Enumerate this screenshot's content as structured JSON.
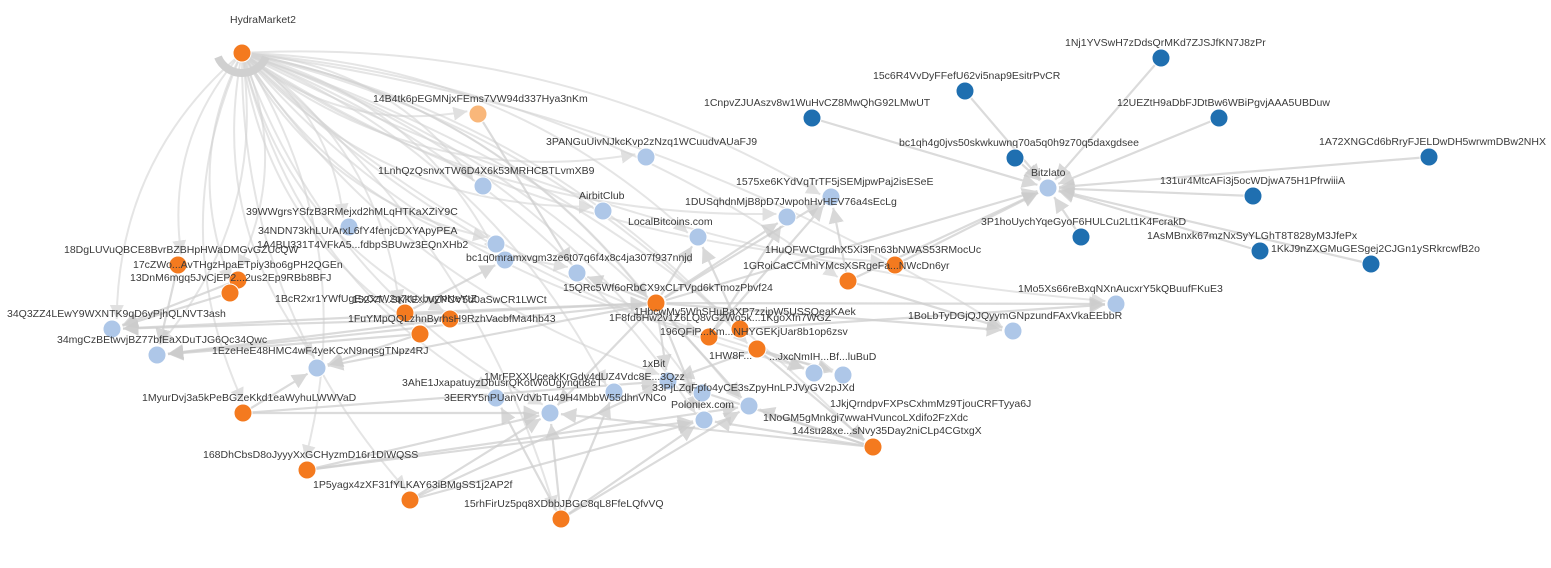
{
  "colors": {
    "orange": "#f47a1f",
    "light_orange": "#f9b77a",
    "light_blue": "#aec7e8",
    "dark_blue": "#1f6fb0",
    "edge": "#cfcfcf",
    "label": "#3a3a3a"
  },
  "nodes": [
    {
      "id": "HydraMarket2",
      "label": "HydraMarket2",
      "color": "orange"
    },
    {
      "id": "14B4tk6pEGMNjxFEms7VW94d337Hya3nKm",
      "label": "14B4tk6pEGMNjxFEms7VW94d337Hya3nKm",
      "color": "light_orange"
    },
    {
      "id": "3PANGuUivNJkcKvp2zNzq1WCuudvAUaFJ9",
      "label": "3PANGuUivNJkcKvp2zNzq1WCuudvAUaFJ9",
      "color": "light_blue"
    },
    {
      "id": "1LnhQzQsnvxTW6D4X6k53MRHCBTLvmXB9",
      "label": "1LnhQzQsnvxTW6D4X6k53MRHCBTLvmXB9",
      "color": "light_blue"
    },
    {
      "id": "AirbitClub",
      "label": "AirbitClub",
      "color": "light_blue"
    },
    {
      "id": "39WWgrsYSfzB3RMejxd2hMLqHTKaXZiY9C",
      "label": "39WWgrsYSfzB3RMejxd2hMLqHTKaXZiY9C",
      "color": "light_blue"
    },
    {
      "id": "34NDN73khLUrArxL6fY4fenjcDXYApyPEA",
      "label": "34NDN73khLUrArxL6fY4fenjcDXYApyPEA",
      "color": "light_blue"
    },
    {
      "id": "1A4BU331T4VFkA5fdbpSBUwz3EQnXHb2",
      "label": "1A4BU331T4VFkA5...fdbpSBUwz3EQnXHb2",
      "color": "light_blue"
    },
    {
      "id": "bc1q0mramxvgm3ze6t07q6f4x8c4ja307f937nnjd",
      "label": "bc1q0mramxvgm3ze6t07q6f4x8c4ja307f937nnjd",
      "color": "light_blue"
    },
    {
      "id": "LocalBitcoins.com",
      "label": "LocalBitcoins.com",
      "color": "light_blue"
    },
    {
      "id": "1DUSqhdnMjB8pD7JwpohHvHEV76a4sEcLg",
      "label": "1DUSqhdnMjB8pD7JwpohHvHEV76a4sEcLg",
      "color": "light_blue"
    },
    {
      "id": "1575xe6KYdVqTrTF5jSEMjpwPaj2isESeE",
      "label": "1575xe6KYdVqTrTF5jSEMjpwPaj2isESeE",
      "color": "light_blue"
    },
    {
      "id": "18DgLUVuQBCE8BvrBZBHpHWaDMGvGZUcQW",
      "label": "18DgLUVuQBCE8BvrBZBHpHWaDMGvGZUcQW",
      "color": "orange"
    },
    {
      "id": "17cZWo",
      "label": "17cZWo...AvTHgzHpaETpiy3bo6gPH2QGEn",
      "color": "orange"
    },
    {
      "id": "13DnM6mgq5",
      "label": "13DnM6mgq5JvCjEP2...2us2Ep9RBb8BFJ",
      "color": "orange"
    },
    {
      "id": "15QRc5Wf6oRbCX9xCLTVpd6kTmozPbvf24",
      "label": "15QRc5Wf6oRbCX9xCLTVpd6kTmozPbvf24",
      "color": "light_blue"
    },
    {
      "id": "1HuQFWCtgrdhX5Xi3Fn63bNWAS53RMocUc",
      "label": "1HuQFWCtgrdhX5Xi3Fn63bNWAS53RMocUc",
      "color": "orange"
    },
    {
      "id": "1GRoiCaCCMhiYMcsXSRgeFa...NWcDn6yr",
      "label": "1GRoiCaCCMhiYMcsXSRgeFa...NWcDn6yr",
      "color": "orange"
    },
    {
      "id": "1Mo5Xs66reBxqNXnAucxrY5kQBuufFKuE3",
      "label": "1Mo5Xs66reBxqNXnAucxrY5kQBuufFKuE3",
      "color": "light_blue"
    },
    {
      "id": "1BoLbTyDGjQJQyymGNpzundFAxVkaEEbbR",
      "label": "1BoLbTyDGjQJQyymGNpzundFAxVkaEEbbR",
      "color": "light_blue"
    },
    {
      "id": "34Q3ZZ4LEwY9WXNTK9qD6yPjhQLNVT3ash",
      "label": "34Q3ZZ4LEwY9WXNTK9qD6yPjhQLNVT3ash",
      "color": "light_blue"
    },
    {
      "id": "34mgCzBEtwvjBZ77bfEaXDuTJG6Qc34Qwc",
      "label": "34mgCzBEtwvjBZ77bfEaXDuTJG6Qc34Qwc",
      "color": "light_blue"
    },
    {
      "id": "1BcR2xr1YWfUgExCzW2q7tUxbuyNNeYtZ",
      "label": "1BcR2xr1YWfUgExCzW2q7tUxbuyNNeYtZ",
      "color": "orange"
    },
    {
      "id": "152XT",
      "label": "152XT...SKKE...VZPCV5d0aSwCR1LWCt",
      "color": "orange"
    },
    {
      "id": "1FuYMpQQLzhnByrhsH9RzhVacbfMa4hb43",
      "label": "1FuYMpQQLzhnByrhsH9RzhVacbfMa4hb43",
      "color": "orange"
    },
    {
      "id": "1F8fd6Hw2v1Z6LQ8vG2Wo5k",
      "label": "1F8fd6Hw2v1Z6LQ8vG2Wo5k...1KgoXfn7WGZ",
      "color": "orange"
    },
    {
      "id": "1HbcwMy5Wh",
      "label": "1HbcwMy5WhSHuBaXP7zzipW5USSQeaKAek",
      "color": "orange"
    },
    {
      "id": "196QFiP",
      "label": "196QFiP...Km...NHYGEKjUar8b1op6zsv",
      "color": "orange"
    },
    {
      "id": "1EzeHeE48HMC4wF4yeKCxN9nqsgTNpz4RJ",
      "label": "1EzeHeE48HMC4wF4yeKCxN9nqsgTNpz4RJ",
      "color": "light_blue"
    },
    {
      "id": "1HW8F",
      "label": "1HW8F...",
      "color": "orange"
    },
    {
      "id": "1xBit",
      "label": "1xBit",
      "color": "light_blue"
    },
    {
      "id": "1MrFPXXUceakKrGdy4dUZ4Vdc8E...3Qzz",
      "label": "1MrFPXXUceakKrGdy4dUZ4Vdc8E...3Qzz",
      "color": "light_blue"
    },
    {
      "id": "3AhE1JxapatuyzDbusrQKotWoUgynqu8eT",
      "label": "3AhE1JxapatuyzDbusrQKotWoUgynqu8eT",
      "color": "light_blue"
    },
    {
      "id": "33PjLZqFpfo4yCE3sZpyHnLPJVyGV2pJXd",
      "label": "33PjLZqFpfo4yCE3sZpyHnLPJVyGV2pJXd",
      "color": "light_blue"
    },
    {
      "id": "3EERY5nPUanVdVbTu49H4MbbW55dhnVNCo",
      "label": "3EERY5nPUanVdVbTu49H4MbbW55dhnVNCo",
      "color": "light_blue"
    },
    {
      "id": "Poloniex.com",
      "label": "Poloniex.com",
      "color": "light_blue"
    },
    {
      "id": "1MyurDvj3a5kPeBGZeKkd1eaWyhuLWWVaD",
      "label": "1MyurDvj3a5kPeBGZeKkd1eaWyhuLWWVaD",
      "color": "orange"
    },
    {
      "id": "1NoGM5gMnkgi7wwaHVuncoLXdifo2FzXdc",
      "label": "1NoGM5gMnkgi7wwaHVuncoLXdifo2FzXdc",
      "color": "light_blue"
    },
    {
      "id": "1JkjQrndpvFXPsCxhmMz9TjouCRFTyya6J",
      "label": "1JkjQrndpvFXPsCxhmMz9TjouCRFTyya6J",
      "color": "light_blue"
    },
    {
      "id": "144su28xe...sNvy35Day2niCLp4CGtxgX",
      "label": "144su28xe...sNvy35Day2niCLp4CGtxgX",
      "color": "orange"
    },
    {
      "id": "1JxcNmIH...Bf...luBuD",
      "label": "...JxcNmIH...Bf...luBuD",
      "color": "light_blue"
    },
    {
      "id": "168DhCbsD8oJyyyXxGCHyzmD16r1DiWQSS",
      "label": "168DhCbsD8oJyyyXxGCHyzmD16r1DiWQSS",
      "color": "orange"
    },
    {
      "id": "1P5yagx4zXF31fYLKAY63iBMgSS1j2AP2f",
      "label": "1P5yagx4zXF31fYLKAY63iBMgSS1j2AP2f",
      "color": "orange"
    },
    {
      "id": "15rhFirUz5pq8XDbbJBGC8qL8FfeLQfvVQ",
      "label": "15rhFirUz5pq8XDbbJBGC8qL8FfeLQfvVQ",
      "color": "orange"
    },
    {
      "id": "Bitzlato",
      "label": "Bitzlato",
      "color": "light_blue"
    },
    {
      "id": "1Nj1YVSwH7zDdsQrMKd7ZJSJfKN7J8zPr",
      "label": "1Nj1YVSwH7zDdsQrMKd7ZJSJfKN7J8zPr",
      "color": "dark_blue"
    },
    {
      "id": "15c6R4VvDyFFefU62vi5nap9EsitrPvCR",
      "label": "15c6R4VvDyFFefU62vi5nap9EsitrPvCR",
      "color": "dark_blue"
    },
    {
      "id": "1CnpvZJUAszv8w1WuHvCZ8MwQhG92LMwUT",
      "label": "1CnpvZJUAszv8w1WuHvCZ8MwQhG92LMwUT",
      "color": "dark_blue"
    },
    {
      "id": "12UEZtH9aDbFJDtBw6WBiPgvjAAA5UBDuw",
      "label": "12UEZtH9aDbFJDtBw6WBiPgvjAAA5UBDuw",
      "color": "dark_blue"
    },
    {
      "id": "bc1qh4g0jvs50skwkuwnq70a5q0h9z70q5daxgdsee",
      "label": "bc1qh4g0jvs50skwkuwnq70a5q0h9z70q5daxgdsee",
      "color": "dark_blue"
    },
    {
      "id": "1A72XNGCd6bRryFJELDwDH5wrwmDBw2NHX",
      "label": "1A72XNGCd6bRryFJELDwDH5wrwmDBw2NHX",
      "color": "dark_blue"
    },
    {
      "id": "131ur4MtcAFi3j5ocWDjwA75H1PfrwiiiA",
      "label": "131ur4MtcAFi3j5ocWDjwA75H1PfrwiiiA",
      "color": "dark_blue"
    },
    {
      "id": "3P1hoUychYqeGyoF6HULCu2Lt1K4FcrakD",
      "label": "3P1hoUychYqeGyoF6HULCu2Lt1K4FcrakD",
      "color": "dark_blue"
    },
    {
      "id": "1AsMBnxk67mzNxSyYLGhT8T828yM3JfePx",
      "label": "1AsMBnxk67mzNxSyYLGhT8T828yM3JfePx",
      "color": "dark_blue"
    },
    {
      "id": "1KkJ9nZXGMuGESgej2CJGn1ySRkrcwfB2o",
      "label": "1KkJ9nZXGMuGESgej2CJGn1ySRkrcwfB2o",
      "color": "dark_blue"
    }
  ],
  "edges": [
    [
      "HydraMarket2",
      "3PANGuUivNJkcKvp2zNzq1WCuudvAUaFJ9"
    ],
    [
      "HydraMarket2",
      "1LnhQzQsnvxTW6D4X6k53MRHCBTLvmXB9"
    ],
    [
      "HydraMarket2",
      "AirbitClub"
    ],
    [
      "HydraMarket2",
      "39WWgrsYSfzB3RMejxd2hMLqHTKaXZiY9C"
    ],
    [
      "HydraMarket2",
      "34NDN73khLUrArxL6fY4fenjcDXYApyPEA"
    ],
    [
      "HydraMarket2",
      "1A4BU331T4VFkA5fdbpSBUwz3EQnXHb2"
    ],
    [
      "HydraMarket2",
      "bc1q0mramxvgm3ze6t07q6f4x8c4ja307f937nnjd"
    ],
    [
      "HydraMarket2",
      "LocalBitcoins.com"
    ],
    [
      "HydraMarket2",
      "1DUSqhdnMjB8pD7JwpohHvHEV76a4sEcLg"
    ],
    [
      "HydraMarket2",
      "1575xe6KYdVqTrTF5jSEMjpwPaj2isESeE"
    ],
    [
      "HydraMarket2",
      "18DgLUVuQBCE8BvrBZBHpHWaDMGvGZUcQW"
    ],
    [
      "HydraMarket2",
      "17cZWo"
    ],
    [
      "HydraMarket2",
      "13DnM6mgq5"
    ],
    [
      "HydraMarket2",
      "15QRc5Wf6oRbCX9xCLTVpd6kTmozPbvf24"
    ],
    [
      "HydraMarket2",
      "1HuQFWCtgrdhX5Xi3Fn63bNWAS53RMocUc"
    ],
    [
      "HydraMarket2",
      "1GRoiCaCCMhiYMcsXSRgeFa...NWcDn6yr"
    ],
    [
      "HydraMarket2",
      "1Mo5Xs66reBxqNXnAucxrY5kQBuufFKuE3"
    ],
    [
      "HydraMarket2",
      "1BoLbTyDGjQJQyymGNpzundFAxVkaEEbbR"
    ],
    [
      "HydraMarket2",
      "34Q3ZZ4LEwY9WXNTK9qD6yPjhQLNVT3ash"
    ],
    [
      "HydraMarket2",
      "34mgCzBEtwvjBZ77bfEaXDuTJG6Qc34Qwc"
    ],
    [
      "HydraMarket2",
      "1BcR2xr1YWfUgExCzW2q7tUxbuyNNeYtZ"
    ],
    [
      "HydraMarket2",
      "152XT"
    ],
    [
      "HydraMarket2",
      "1FuYMpQQLzhnByrhsH9RzhVacbfMa4hb43"
    ],
    [
      "HydraMarket2",
      "1F8fd6Hw2v1Z6LQ8vG2Wo5k"
    ],
    [
      "HydraMarket2",
      "1HbcwMy5Wh"
    ],
    [
      "HydraMarket2",
      "196QFiP"
    ],
    [
      "HydraMarket2",
      "1EzeHeE48HMC4wF4yeKCxN9nqsgTNpz4RJ"
    ],
    [
      "HydraMarket2",
      "1HW8F"
    ],
    [
      "HydraMarket2",
      "1xBit"
    ],
    [
      "HydraMarket2",
      "1MrFPXXUceakKrGdy4dUZ4Vdc8E...3Qzz"
    ],
    [
      "HydraMarket2",
      "3AhE1JxapatuyzDbusrQKotWoUgynqu8eT"
    ],
    [
      "HydraMarket2",
      "33PjLZqFpfo4yCE3sZpyHnLPJVyGV2pJXd"
    ],
    [
      "HydraMarket2",
      "3EERY5nPUanVdVbTu49H4MbbW55dhnVNCo"
    ],
    [
      "HydraMarket2",
      "Poloniex.com"
    ],
    [
      "HydraMarket2",
      "1MyurDvj3a5kPeBGZeKkd1eaWyhuLWWVaD"
    ],
    [
      "HydraMarket2",
      "1NoGM5gMnkgi7wwaHVuncoLXdifo2FzXdc"
    ],
    [
      "HydraMarket2",
      "1JkjQrndpvFXPsCxhmMz9TjouCRFTyya6J"
    ],
    [
      "HydraMarket2",
      "144su28xe...sNvy35Day2niCLp4CGtxgX"
    ],
    [
      "HydraMarket2",
      "1JxcNmIH...Bf...luBuD"
    ],
    [
      "HydraMarket2",
      "168DhCbsD8oJyyyXxGCHyzmD16r1DiWQSS"
    ],
    [
      "HydraMarket2",
      "1P5yagx4zXF31fYLKAY63iBMgSS1j2AP2f"
    ],
    [
      "HydraMarket2",
      "15rhFirUz5pq8XDbbJBGC8qL8FfeLQfvVQ"
    ],
    [
      "HydraMarket2",
      "14B4tk6pEGMNjxFEms7VW94d337Hya3nKm"
    ],
    [
      "1F8fd6Hw2v1Z6LQ8vG2Wo5k",
      "LocalBitcoins.com"
    ],
    [
      "1F8fd6Hw2v1Z6LQ8vG2Wo5k",
      "1575xe6KYdVqTrTF5jSEMjpwPaj2isESeE"
    ],
    [
      "1F8fd6Hw2v1Z6LQ8vG2Wo5k",
      "1DUSqhdnMjB8pD7JwpohHvHEV76a4sEcLg"
    ],
    [
      "1F8fd6Hw2v1Z6LQ8vG2Wo5k",
      "1Mo5Xs66reBxqNXnAucxrY5kQBuufFKuE3"
    ],
    [
      "1F8fd6Hw2v1Z6LQ8vG2Wo5k",
      "1BoLbTyDGjQJQyymGNpzundFAxVkaEEbbR"
    ],
    [
      "1F8fd6Hw2v1Z6LQ8vG2Wo5k",
      "15QRc5Wf6oRbCX9xCLTVpd6kTmozPbvf24"
    ],
    [
      "1F8fd6Hw2v1Z6LQ8vG2Wo5k",
      "bc1q0mramxvgm3ze6t07q6f4x8c4ja307f937nnjd"
    ],
    [
      "1F8fd6Hw2v1Z6LQ8vG2Wo5k",
      "34Q3ZZ4LEwY9WXNTK9qD6yPjhQLNVT3ash"
    ],
    [
      "1F8fd6Hw2v1Z6LQ8vG2Wo5k",
      "34mgCzBEtwvjBZ77bfEaXDuTJG6Qc34Qwc"
    ],
    [
      "1F8fd6Hw2v1Z6LQ8vG2Wo5k",
      "1EzeHeE48HMC4wF4yeKCxN9nqsgTNpz4RJ"
    ],
    [
      "1F8fd6Hw2v1Z6LQ8vG2Wo5k",
      "1xBit"
    ],
    [
      "1F8fd6Hw2v1Z6LQ8vG2Wo5k",
      "3EERY5nPUanVdVbTu49H4MbbW55dhnVNCo"
    ],
    [
      "1F8fd6Hw2v1Z6LQ8vG2Wo5k",
      "Poloniex.com"
    ],
    [
      "1F8fd6Hw2v1Z6LQ8vG2Wo5k",
      "1NoGM5gMnkgi7wwaHVuncoLXdifo2FzXdc"
    ],
    [
      "1F8fd6Hw2v1Z6LQ8vG2Wo5k",
      "Bitzlato"
    ],
    [
      "1HuQFWCtgrdhX5Xi3Fn63bNWAS53RMocUc",
      "Bitzlato"
    ],
    [
      "1GRoiCaCCMhiYMcsXSRgeFa...NWcDn6yr",
      "Bitzlato"
    ],
    [
      "1GRoiCaCCMhiYMcsXSRgeFa...NWcDn6yr",
      "1575xe6KYdVqTrTF5jSEMjpwPaj2isESeE"
    ],
    [
      "1GRoiCaCCMhiYMcsXSRgeFa...NWcDn6yr",
      "1BoLbTyDGjQJQyymGNpzundFAxVkaEEbbR"
    ],
    [
      "1HbcwMy5Wh",
      "1DUSqhdnMjB8pD7JwpohHvHEV76a4sEcLg"
    ],
    [
      "1HbcwMy5Wh",
      "1575xe6KYdVqTrTF5jSEMjpwPaj2isESeE"
    ],
    [
      "196QFiP",
      "1Mo5Xs66reBxqNXnAucxrY5kQBuufFKuE3"
    ],
    [
      "196QFiP",
      "LocalBitcoins.com"
    ],
    [
      "1HW8F",
      "1JxcNmIH...Bf...luBuD"
    ],
    [
      "1HW8F",
      "1xBit"
    ],
    [
      "1HW8F",
      "1JkjQrndpvFXPsCxhmMz9TjouCRFTyya6J"
    ],
    [
      "1HW8F",
      "144su28xe...sNvy35Day2niCLp4CGtxgX"
    ],
    [
      "144su28xe...sNvy35Day2niCLp4CGtxgX",
      "1NoGM5gMnkgi7wwaHVuncoLXdifo2FzXdc"
    ],
    [
      "144su28xe...sNvy35Day2niCLp4CGtxgX",
      "Poloniex.com"
    ],
    [
      "144su28xe...sNvy35Day2niCLp4CGtxgX",
      "3EERY5nPUanVdVbTu49H4MbbW55dhnVNCo"
    ],
    [
      "144su28xe...sNvy35Day2niCLp4CGtxgX",
      "1xBit"
    ],
    [
      "1MyurDvj3a5kPeBGZeKkd1eaWyhuLWWVaD",
      "1EzeHeE48HMC4wF4yeKCxN9nqsgTNpz4RJ"
    ],
    [
      "1MyurDvj3a5kPeBGZeKkd1eaWyhuLWWVaD",
      "3EERY5nPUanVdVbTu49H4MbbW55dhnVNCo"
    ],
    [
      "1MyurDvj3a5kPeBGZeKkd1eaWyhuLWWVaD",
      "1xBit"
    ],
    [
      "168DhCbsD8oJyyyXxGCHyzmD16r1DiWQSS",
      "3EERY5nPUanVdVbTu49H4MbbW55dhnVNCo"
    ],
    [
      "168DhCbsD8oJyyyXxGCHyzmD16r1DiWQSS",
      "Poloniex.com"
    ],
    [
      "168DhCbsD8oJyyyXxGCHyzmD16r1DiWQSS",
      "1NoGM5gMnkgi7wwaHVuncoLXdifo2FzXdc"
    ],
    [
      "1P5yagx4zXF31fYLKAY63iBMgSS1j2AP2f",
      "3EERY5nPUanVdVbTu49H4MbbW55dhnVNCo"
    ],
    [
      "1P5yagx4zXF31fYLKAY63iBMgSS1j2AP2f",
      "1xBit"
    ],
    [
      "1P5yagx4zXF31fYLKAY63iBMgSS1j2AP2f",
      "Poloniex.com"
    ],
    [
      "15rhFirUz5pq8XDbbJBGC8qL8FfeLQfvVQ",
      "Poloniex.com"
    ],
    [
      "15rhFirUz5pq8XDbbJBGC8qL8FfeLQfvVQ",
      "1NoGM5gMnkgi7wwaHVuncoLXdifo2FzXdc"
    ],
    [
      "15rhFirUz5pq8XDbbJBGC8qL8FfeLQfvVQ",
      "3EERY5nPUanVdVbTu49H4MbbW55dhnVNCo"
    ],
    [
      "15rhFirUz5pq8XDbbJBGC8qL8FfeLQfvVQ",
      "1MrFPXXUceakKrGdy4dUZ4Vdc8E...3Qzz"
    ],
    [
      "15rhFirUz5pq8XDbbJBGC8qL8FfeLQfvVQ",
      "3AhE1JxapatuyzDbusrQKotWoUgynqu8eT"
    ],
    [
      "1BcR2xr1YWfUgExCzW2q7tUxbuyNNeYtZ",
      "34Q3ZZ4LEwY9WXNTK9qD6yPjhQLNVT3ash"
    ],
    [
      "1BcR2xr1YWfUgExCzW2q7tUxbuyNNeYtZ",
      "34mgCzBEtwvjBZ77bfEaXDuTJG6Qc34Qwc"
    ],
    [
      "1FuYMpQQLzhnByrhsH9RzhVacbfMa4hb43",
      "1EzeHeE48HMC4wF4yeKCxN9nqsgTNpz4RJ"
    ],
    [
      "1FuYMpQQLzhnByrhsH9RzhVacbfMa4hb43",
      "34mgCzBEtwvjBZ77bfEaXDuTJG6Qc34Qwc"
    ],
    [
      "152XT",
      "15QRc5Wf6oRbCX9xCLTVpd6kTmozPbvf24"
    ],
    [
      "152XT",
      "1A4BU331T4VFkA5fdbpSBUwz3EQnXHb2"
    ],
    [
      "17cZWo",
      "34Q3ZZ4LEwY9WXNTK9qD6yPjhQLNVT3ash"
    ],
    [
      "13DnM6mgq5",
      "34Q3ZZ4LEwY9WXNTK9qD6yPjhQLNVT3ash"
    ],
    [
      "18DgLUVuQBCE8BvrBZBHpHWaDMGvGZUcQW",
      "34mgCzBEtwvjBZ77bfEaXDuTJG6Qc34Qwc"
    ],
    [
      "14B4tk6pEGMNjxFEms7VW94d337Hya3nKm",
      "bc1q0mramxvgm3ze6t07q6f4x8c4ja307f937nnjd"
    ],
    [
      "1Nj1YVSwH7zDdsQrMKd7ZJSJfKN7J8zPr",
      "Bitzlato"
    ],
    [
      "15c6R4VvDyFFefU62vi5nap9EsitrPvCR",
      "Bitzlato"
    ],
    [
      "1CnpvZJUAszv8w1WuHvCZ8MwQhG92LMwUT",
      "Bitzlato"
    ],
    [
      "12UEZtH9aDbFJDtBw6WBiPgvjAAA5UBDuw",
      "Bitzlato"
    ],
    [
      "bc1qh4g0jvs50skwkuwnq70a5q0h9z70q5daxgdsee",
      "Bitzlato"
    ],
    [
      "1A72XNGCd6bRryFJELDwDH5wrwmDBw2NHX",
      "Bitzlato"
    ],
    [
      "131ur4MtcAFi3j5ocWDjwA75H1PfrwiiiA",
      "Bitzlato"
    ],
    [
      "3P1hoUychYqeGyoF6HULCu2Lt1K4FcrakD",
      "Bitzlato"
    ],
    [
      "1AsMBnxk67mzNxSyYLGhT8T828yM3JfePx",
      "Bitzlato"
    ],
    [
      "1KkJ9nZXGMuGESgej2CJGn1ySRkrcwfB2o",
      "Bitzlato"
    ]
  ]
}
